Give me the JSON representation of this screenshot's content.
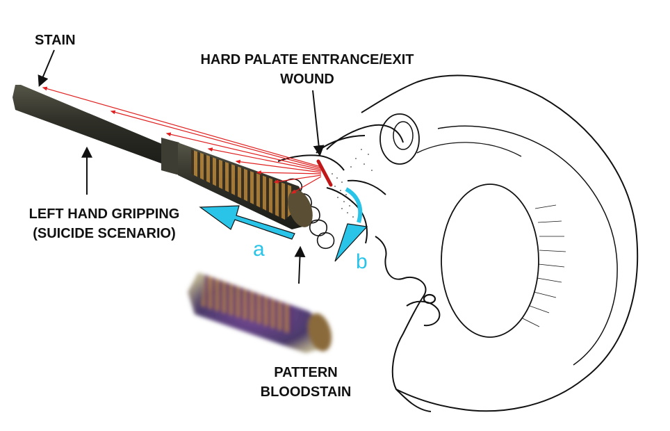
{
  "labels": {
    "stain": "STAIN",
    "wound_line1": "HARD PALATE ENTRANCE/EXIT",
    "wound_line2": "WOUND",
    "grip_line1": "LEFT HAND GRIPPING",
    "grip_line2": "(SUICIDE SCENARIO)",
    "pattern_line1": "PATTERN",
    "pattern_line2": "BLOODSTAIN",
    "arrow_a": "a",
    "arrow_b": "b"
  },
  "colors": {
    "label_text": "#111111",
    "pointer_arrow": "#111111",
    "spatter_lines": "#e02020",
    "wound_mark": "#c01818",
    "motion_arrow": "#29c4e8",
    "rod_dark": "#2f2f28",
    "rod_mid": "#5c5a45",
    "thread_gold": "#b8863a",
    "pattern_purple": "#6a3f8c"
  },
  "icons": {
    "skull": "skull-drawing",
    "rod": "metal-rod",
    "stain_detail": "bloodstain-pattern-closeup"
  }
}
